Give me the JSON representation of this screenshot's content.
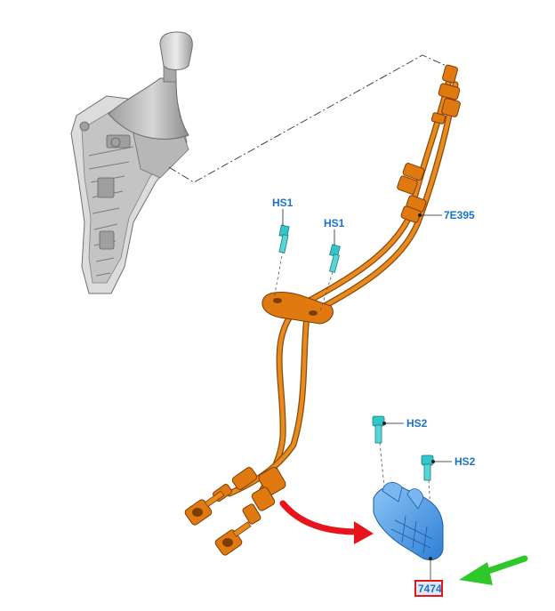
{
  "callouts": {
    "hs1_a": "HS1",
    "hs1_b": "HS1",
    "cable": "7E395",
    "hs2_a": "HS2",
    "hs2_b": "HS2",
    "bracket": "7474"
  },
  "colors": {
    "callout_text": "#1a73c8",
    "cable": "#e07a10",
    "fastener": "#33c6c9",
    "bracket": "#4a9be8",
    "shifter": "#c8c8c8",
    "highlight_box": "#e8141b",
    "red_arrow": "#e8141b",
    "green_arrow": "#2ec82b"
  },
  "icons": {
    "shifter": "gear-shifter-assembly",
    "cable": "shift-cable",
    "bolt": "bolt",
    "bracket": "cable-bracket",
    "red_arrow": "curved-arrow",
    "green_arrow": "pointer-arrow"
  }
}
